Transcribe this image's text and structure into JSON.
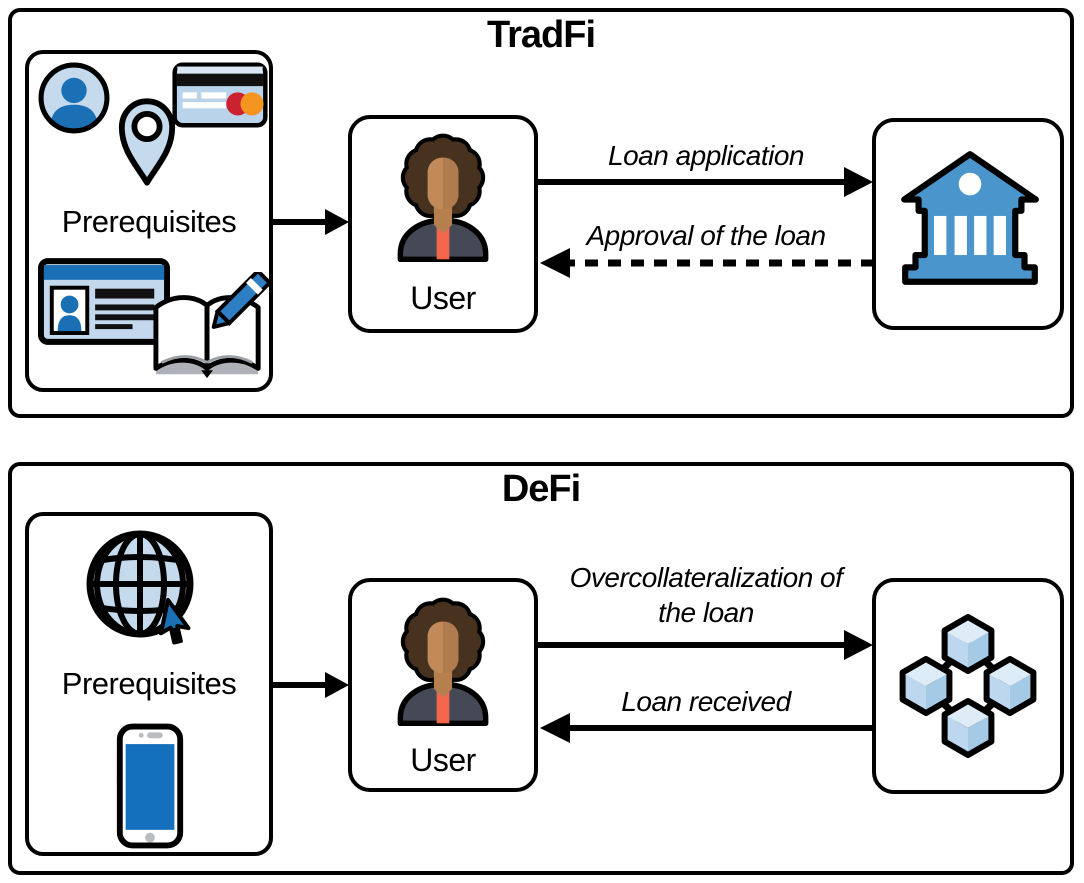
{
  "panels": [
    {
      "title": "TradFi",
      "prerequisites_label": "Prerequisites",
      "prerequisite_icons": [
        "user-profile-icon",
        "location-pin-icon",
        "credit-card-icon",
        "id-card-icon",
        "contract-book-icon"
      ],
      "user_label": "User",
      "counterparty_icon": "bank-icon",
      "flows": [
        {
          "label": "Loan application",
          "direction": "right",
          "line_style": "solid"
        },
        {
          "label": "Approval of the loan",
          "direction": "left",
          "line_style": "dashed"
        }
      ]
    },
    {
      "title": "DeFi",
      "prerequisites_label": "Prerequisites",
      "prerequisite_icons": [
        "internet-globe-icon",
        "smartphone-icon"
      ],
      "user_label": "User",
      "counterparty_icon": "blockchain-icon",
      "flows": [
        {
          "label": "Overcollateralization of the loan",
          "direction": "right",
          "line_style": "solid"
        },
        {
          "label": "Loan received",
          "direction": "left",
          "line_style": "solid"
        }
      ]
    }
  ],
  "colors": {
    "outline": "#000000",
    "light_blue": "#c5daed",
    "mid_blue": "#1b6fb5",
    "bank_blue": "#4a96cc",
    "cube_top": "#ddecf7",
    "cube_left": "#bcd7ee",
    "cube_right": "#a5cae6",
    "card_red": "#cc2131",
    "card_orange": "#f5941e",
    "shirt_coral": "#f4654c",
    "jacket_gray": "#454855",
    "hair_brown": "#46321f",
    "skin_light": "#c18a58",
    "skin_shade": "#b07b4e"
  }
}
